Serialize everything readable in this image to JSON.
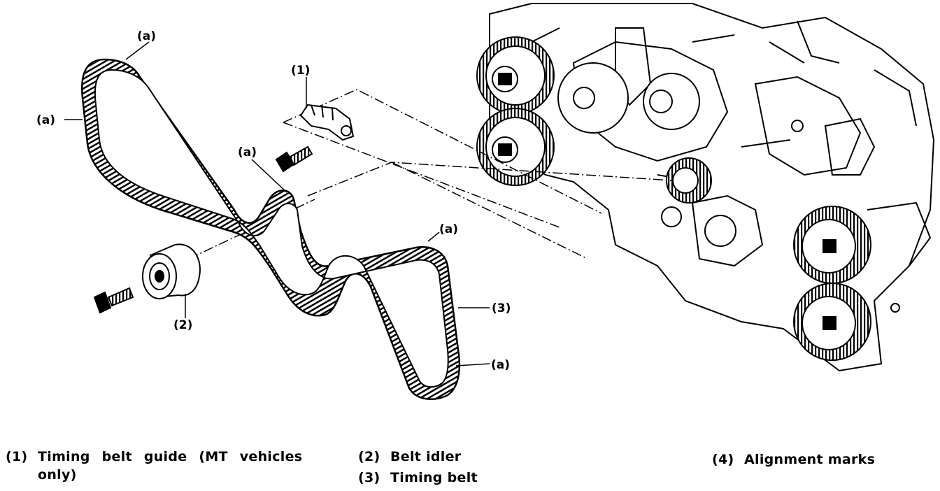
{
  "callouts": {
    "a_top": "(a)",
    "a_left": "(a)",
    "a_mid": "(a)",
    "a_right": "(a)",
    "a_bottom": "(a)",
    "one": "(1)",
    "two": "(2)",
    "three": "(3)"
  },
  "legend": {
    "item1_num": "(1)",
    "item1_line1": "Timing belt guide (MT vehicles",
    "item1_line2": "only)",
    "item2_num": "(2)",
    "item2_text": "Belt idler",
    "item3_num": "(3)",
    "item3_text": "Timing belt",
    "item4_num": "(4)",
    "item4_text": "Alignment marks"
  }
}
